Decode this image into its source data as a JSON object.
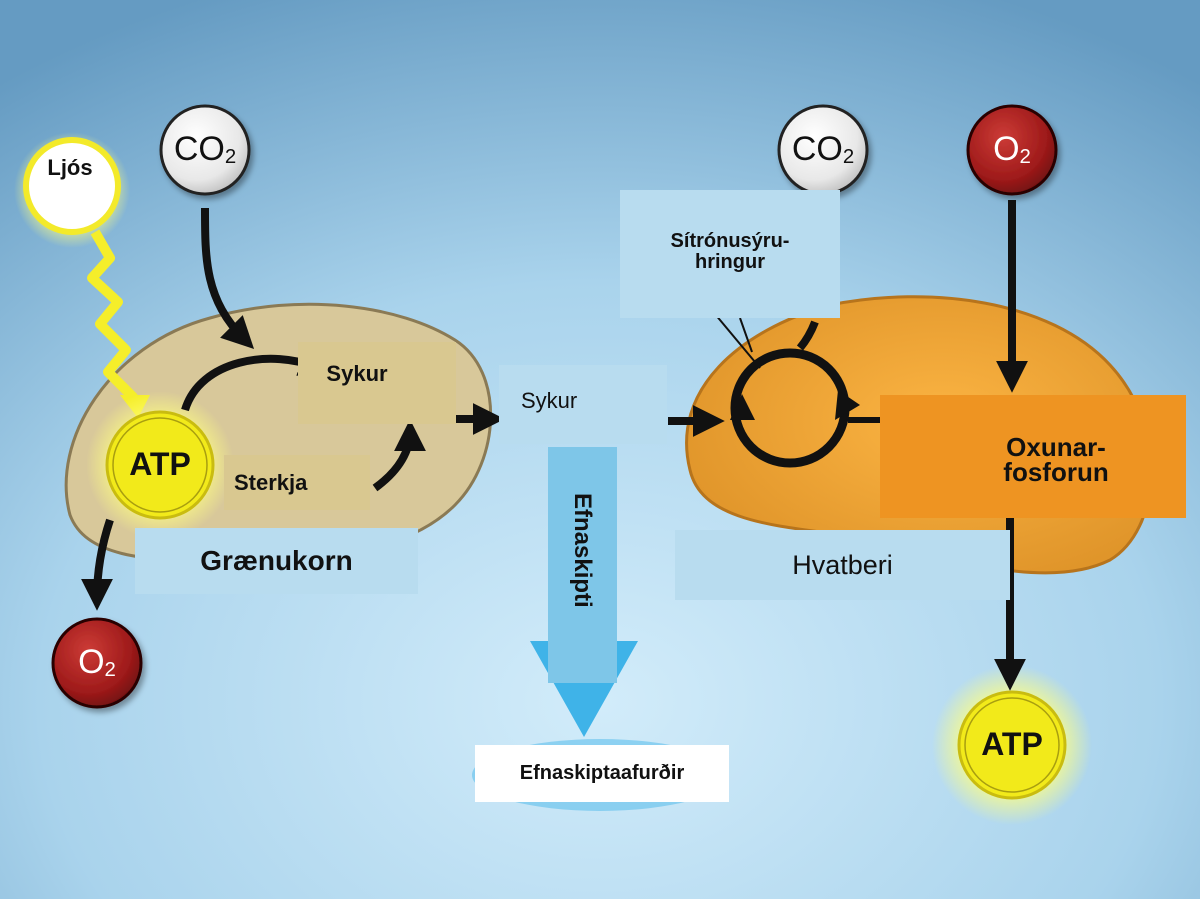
{
  "molecules": {
    "co2_left": "CO2",
    "co2_right": "CO2",
    "o2_right_top": "O2",
    "o2_left_bottom": "O2",
    "atp_left": "ATP",
    "atp_right": "ATP"
  },
  "labels": {
    "light": "Ljós",
    "sugar_chloroplast": "Sykur",
    "starch": "Sterkja",
    "chloroplast": "Grænukorn",
    "sugar_middle": "Sykur",
    "metabolism": "Efnaskipti",
    "metabolic_products": "Efnaskiptaafurðir",
    "citric_acid_cycle_line1": "Sítrónusýru-",
    "citric_acid_cycle_line2": "hringur",
    "oxidative_phosphorylation_line1": "Oxunar-",
    "oxidative_phosphorylation_line2": "fosforun",
    "mitochondrion": "Hvatberi"
  },
  "colors": {
    "background_top": "#6a9fc4",
    "background_bottom": "#d2ecfa",
    "chloroplast": "#d8c89a",
    "mitochondrion": "#f0a83a",
    "label_box": "#b8dcef",
    "oxphos_box": "#ee9422",
    "atp_yellow": "#f4ec1a",
    "o2_red": "#9e1a1a",
    "arrow_blue": "#3fb3e8"
  }
}
